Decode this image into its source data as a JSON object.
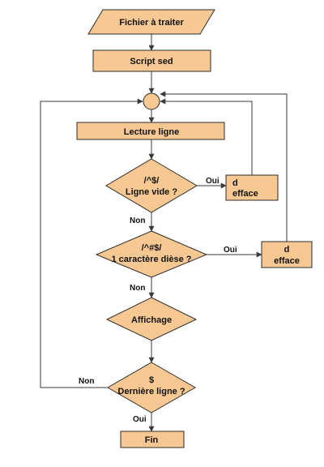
{
  "diagram": {
    "fill_color": "#f8c893",
    "nodes": {
      "input_file": "Fichier à traiter",
      "script": "Script sed",
      "loop_junction": "",
      "read_line": "Lecture ligne",
      "empty_test": {
        "line1": "/^$/",
        "line2": "Ligne vide ?"
      },
      "delete1": {
        "line1": "d",
        "line2": "efface"
      },
      "hash_test": {
        "line1": "/^#$/",
        "line2": "1  caractère dièse ?"
      },
      "delete2": {
        "line1": "d",
        "line2": "efface"
      },
      "display": "Affichage",
      "last_test": {
        "line1": "$",
        "line2": "Dernière ligne ?"
      },
      "end": "Fin"
    },
    "edge_labels": {
      "empty_yes": "Oui",
      "empty_no": "Non",
      "hash_yes": "Oui",
      "hash_no": "Non",
      "last_no": "Non",
      "last_yes": "Oui"
    }
  }
}
